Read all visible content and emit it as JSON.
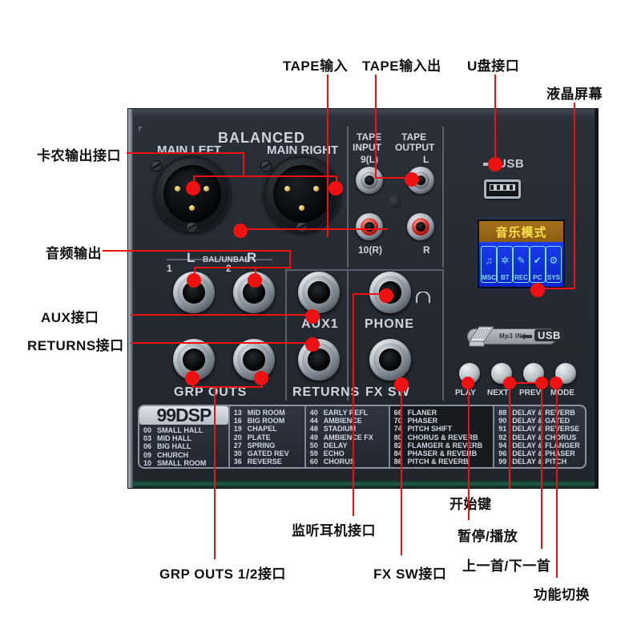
{
  "panel": {
    "silkscreen": {
      "balanced": "BALANCED",
      "main_left": "MAIN LEFT",
      "main_right": "MAIN RIGHT",
      "tape_input": "TAPE\nINPUT",
      "tape_input_l1": "TAPE",
      "tape_input_l2": "INPUT",
      "tape_output_l1": "TAPE",
      "tape_output_l2": "OUTPUT",
      "ch9_l": "9(L)",
      "ch10_r": "10(R)",
      "tape_l": "L",
      "tape_r": "R",
      "bal_unbal": "BAL/UNBAL",
      "jack_l": "L",
      "jack_r": "R",
      "grp_1": "1",
      "grp_2": "2",
      "grp_outs": "GRP OUTS",
      "aux1": "AUX1",
      "returns": "RETURNS",
      "phone": "PHONE",
      "fx_sw": "FX SW",
      "usb_badge": "USB",
      "mp3_in": "Mp3 IN",
      "mp3_usb": "USB"
    },
    "lcd": {
      "title": "音乐模式",
      "icons": [
        {
          "name": "msc-icon",
          "glyph": "♫",
          "label": "MSC"
        },
        {
          "name": "bluetooth-icon",
          "glyph": "✲",
          "label": "BT"
        },
        {
          "name": "record-icon",
          "glyph": "✎",
          "label": "REC"
        },
        {
          "name": "pc-icon",
          "glyph": "✔",
          "label": "PC"
        },
        {
          "name": "system-icon",
          "glyph": "⚙",
          "label": "SYS"
        }
      ]
    },
    "buttons": [
      {
        "name": "play-button",
        "label": "PLAY"
      },
      {
        "name": "next-button",
        "label": "NEXT"
      },
      {
        "name": "prev-button",
        "label": "PREV"
      },
      {
        "name": "mode-button",
        "label": "MODE"
      }
    ],
    "dsp": {
      "logo": "99DSP",
      "columns": [
        {
          "dark": false,
          "rows": [
            {
              "n": "00",
              "t": "SMALL HALL"
            },
            {
              "n": "03",
              "t": "MID HALL"
            },
            {
              "n": "06",
              "t": "BIG HALL"
            },
            {
              "n": "09",
              "t": "CHURCH"
            },
            {
              "n": "10",
              "t": "SMALL ROOM"
            }
          ]
        },
        {
          "dark": false,
          "rows": [
            {
              "n": "13",
              "t": "MID ROOM"
            },
            {
              "n": "16",
              "t": "BIG ROOM"
            },
            {
              "n": "19",
              "t": "CHAPEL"
            },
            {
              "n": "20",
              "t": "PLATE"
            },
            {
              "n": "27",
              "t": "SPRING"
            },
            {
              "n": "30",
              "t": "GATED REV"
            },
            {
              "n": "36",
              "t": "REVERSE"
            }
          ]
        },
        {
          "dark": false,
          "rows": [
            {
              "n": "40",
              "t": "EARLY REFL"
            },
            {
              "n": "44",
              "t": "AMBIENCE"
            },
            {
              "n": "48",
              "t": "STADIUM"
            },
            {
              "n": "49",
              "t": "AMBIENCE FX"
            },
            {
              "n": "50",
              "t": "DELAY"
            },
            {
              "n": "59",
              "t": "ECHO"
            },
            {
              "n": "60",
              "t": "CHORUS"
            }
          ]
        },
        {
          "dark": true,
          "rows": [
            {
              "n": "66",
              "t": "FLANER"
            },
            {
              "n": "70",
              "t": "PHASER"
            },
            {
              "n": "74",
              "t": "PITCH SHIFT"
            },
            {
              "n": "80",
              "t": "CHORUS & REVERB"
            },
            {
              "n": "82",
              "t": "FLAMGER & REVERB"
            },
            {
              "n": "84",
              "t": "PHASER & REVERB"
            },
            {
              "n": "86",
              "t": "PITCH & REVERB"
            }
          ]
        },
        {
          "dark": false,
          "rows": [
            {
              "n": "88",
              "t": "DELAY & REVERB"
            },
            {
              "n": "90",
              "t": "DELAY & GATED"
            },
            {
              "n": "91",
              "t": "DELAY & REVERSE"
            },
            {
              "n": "92",
              "t": "DELAY & CHORUS"
            },
            {
              "n": "94",
              "t": "DELAY & FLANGER"
            },
            {
              "n": "96",
              "t": "DELAY & PHASER"
            },
            {
              "n": "99",
              "t": "DELAY & PITCH"
            }
          ]
        }
      ]
    }
  },
  "annotations": {
    "tape_input": "TAPE输入",
    "tape_output": "TAPE输入出",
    "usb_port": "U盘接口",
    "lcd_screen": "液晶屏幕",
    "xlr_out": "卡农输出接口",
    "audio_out": "音频输出",
    "aux_port": "AUX接口",
    "returns_port": "RETURNS接口",
    "grp_outs": "GRP OUTS 1/2接口",
    "phones": "监听耳机接口",
    "fx_sw": "FX SW接口",
    "start_key": "开始键",
    "pause_play": "暂停/播放",
    "prev_next": "上一首/下一首",
    "mode_switch": "功能切换"
  },
  "colors": {
    "leader": "#ee1111",
    "panel": "#262b33",
    "lcd_blue": "#0a2ae0",
    "lcd_title": "#8a5d12",
    "lcd_text": "#ffe14a",
    "silkscreen": "#cdd5de"
  }
}
